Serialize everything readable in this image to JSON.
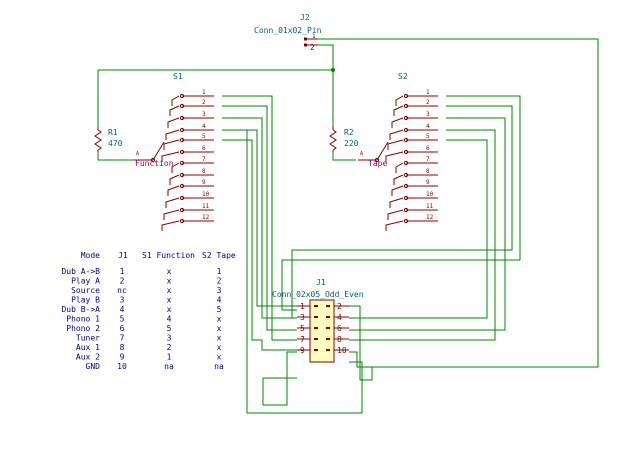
{
  "connectors": {
    "j2": {
      "ref": "J2",
      "value": "Conn_01x02_Pin",
      "pins": [
        "1",
        "2"
      ]
    },
    "j1": {
      "ref": "J1",
      "value": "Conn_02x05_Odd_Even",
      "pins": [
        "1",
        "2",
        "3",
        "4",
        "5",
        "6",
        "7",
        "8",
        "9",
        "10"
      ]
    }
  },
  "switches": {
    "s1": {
      "ref": "S1",
      "label": "Function",
      "common": "A",
      "pins": [
        "1",
        "2",
        "3",
        "4",
        "5",
        "6",
        "7",
        "8",
        "9",
        "10",
        "11",
        "12"
      ]
    },
    "s2": {
      "ref": "S2",
      "label": "Tape",
      "common": "A",
      "pins": [
        "1",
        "2",
        "3",
        "4",
        "5",
        "6",
        "7",
        "8",
        "9",
        "10",
        "11",
        "12"
      ]
    }
  },
  "resistors": {
    "r1": {
      "ref": "R1",
      "value": "470"
    },
    "r2": {
      "ref": "R2",
      "value": "220"
    }
  },
  "mode_table": {
    "headers": [
      "Mode",
      "J1",
      "S1 Function",
      "S2 Tape"
    ],
    "rows": [
      [
        "Dub A->B",
        "1",
        "x",
        "1"
      ],
      [
        "Play A",
        "2",
        "x",
        "2"
      ],
      [
        "Source",
        "nc",
        "x",
        "3"
      ],
      [
        "Play B",
        "3",
        "x",
        "4"
      ],
      [
        "Dub B->A",
        "4",
        "x",
        "5"
      ],
      [
        "Phono 1",
        "5",
        "4",
        "x"
      ],
      [
        "Phono 2",
        "6",
        "5",
        "x"
      ],
      [
        "Tuner",
        "7",
        "3",
        "x"
      ],
      [
        "Aux 1",
        "8",
        "2",
        "x"
      ],
      [
        "Aux 2",
        "9",
        "1",
        "x"
      ],
      [
        "GND",
        "10",
        "na",
        "na"
      ]
    ]
  },
  "colors": {
    "wire": "#008400",
    "symbol": "#840000",
    "reference": "#006464",
    "function_label": "#840084",
    "table_text": "#000084",
    "connector_body": "#ffffc2"
  }
}
